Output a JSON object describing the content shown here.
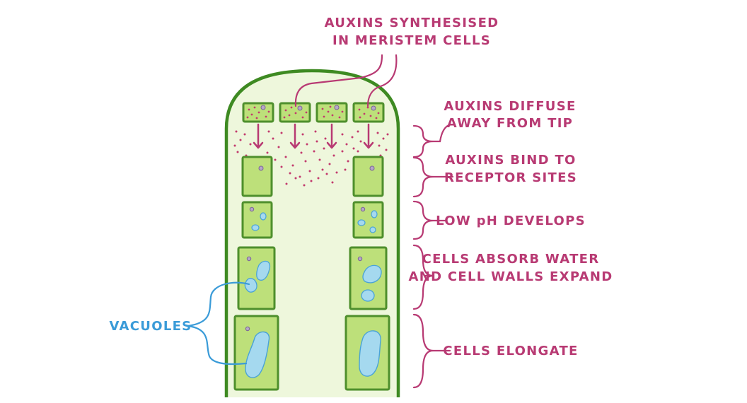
{
  "colors": {
    "label": "#b83a73",
    "leader": "#b83a73",
    "vacuole_label": "#3a9bd8",
    "shoot_outline": "#3e8a22",
    "shoot_fill": "#eef7dc",
    "cell_fill": "#bde07a",
    "cell_border": "#4e8f2c",
    "vacuole_fill": "#a5d9ef",
    "vacuole_border": "#4aa3d6",
    "auxin_dot": "#c23a6d",
    "nucleus": "#b6a7c8"
  },
  "labels": {
    "top_line1": "AUXINS SYNTHESISED",
    "top_line2": "IN MERISTEM CELLS",
    "diffuse_line1": "AUXINS DIFFUSE",
    "diffuse_line2": "AWAY FROM TIP",
    "bind_line1": "AUXINS BIND TO",
    "bind_line2": "RECEPTOR SITES",
    "ph": "LOW pH DEVELOPS",
    "absorb_line1": "CELLS ABSORB WATER",
    "absorb_line2": "AND CELL WALLS EXPAND",
    "elongate": "CELLS ELONGATE",
    "vacuoles": "VACUOLES"
  },
  "icons": {
    "arrow": "down-arrow-icon",
    "bracket": "curly-brace-icon"
  }
}
